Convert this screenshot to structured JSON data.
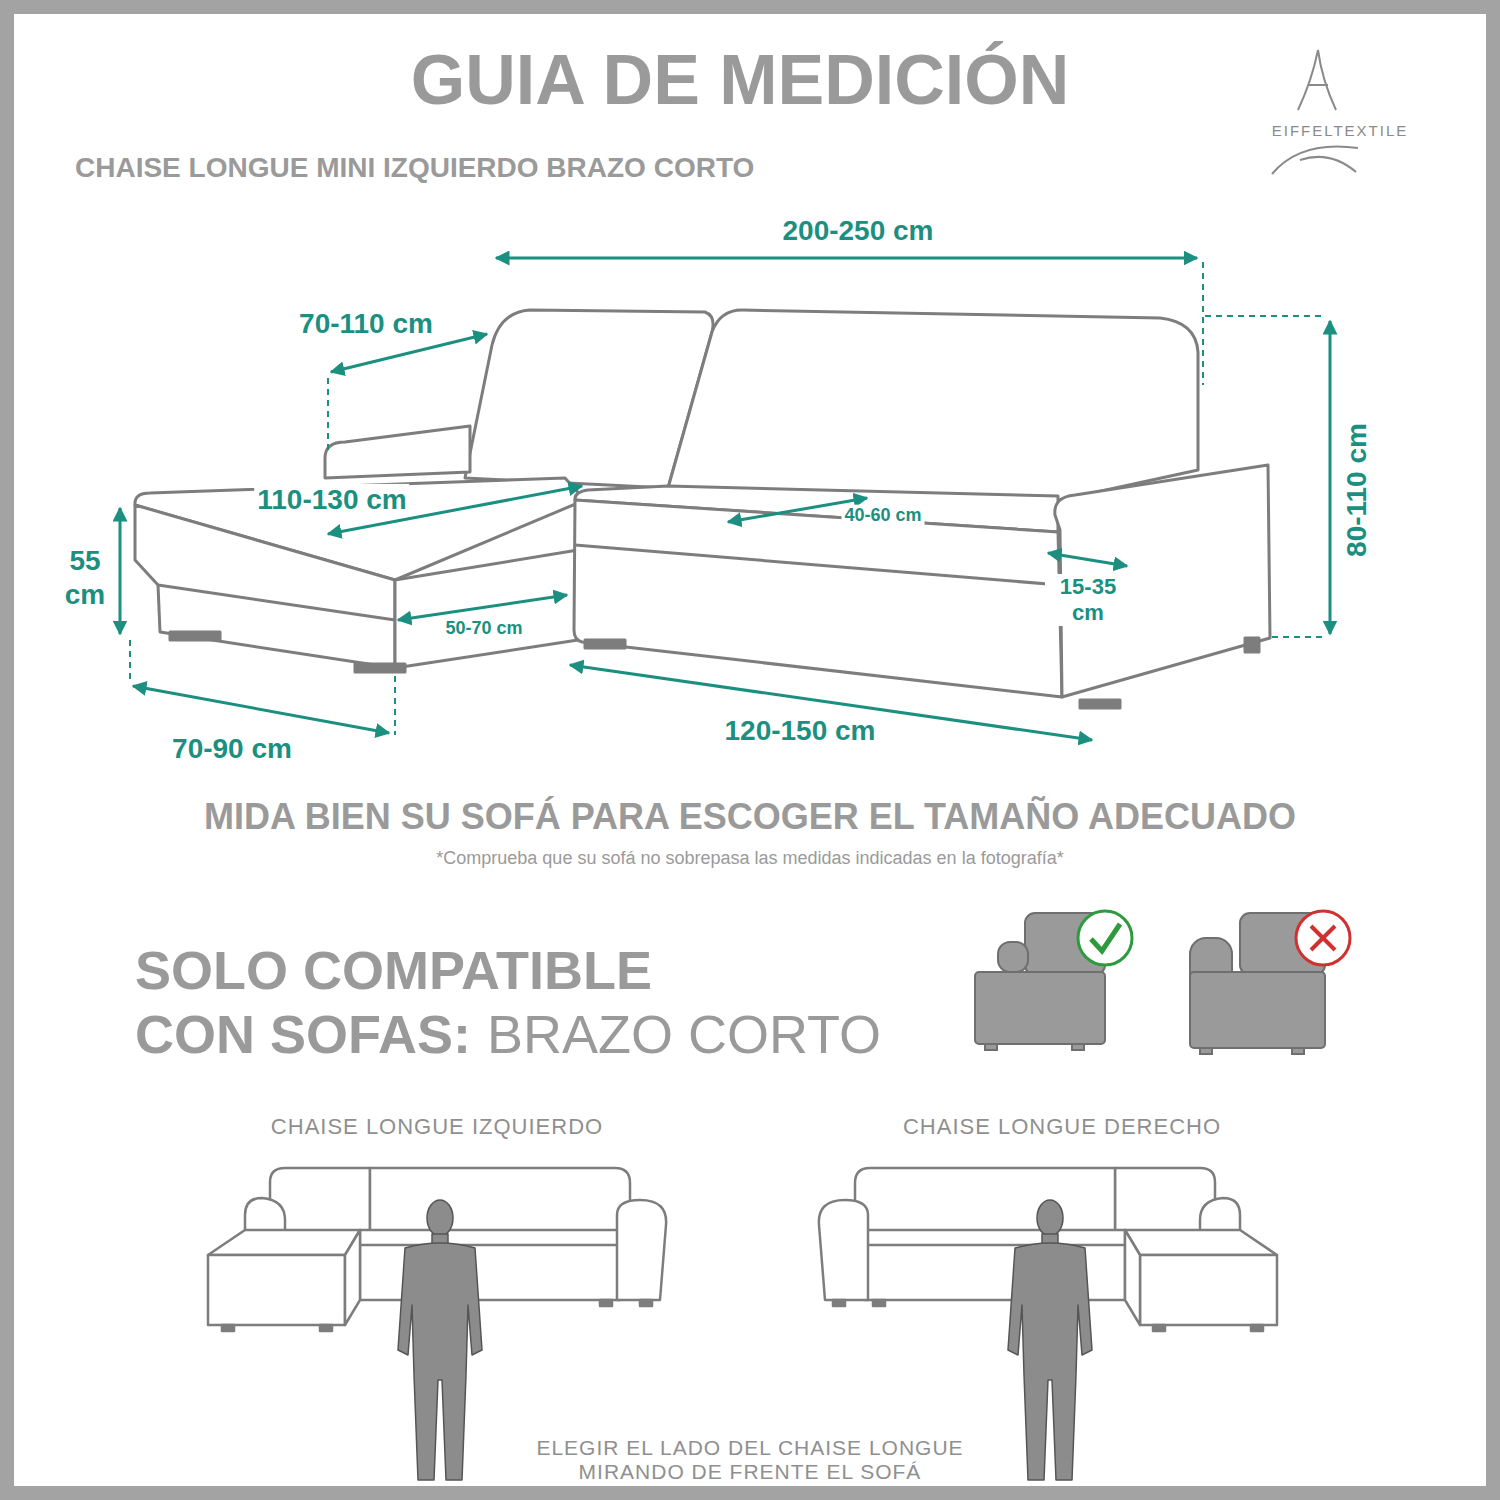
{
  "diagram": {
    "title": "GUIA DE MEDICIÓN",
    "labels": [
      "EIFFELTEXTILE",
      "CHAISE LONGUE MINI IZQUIERDO BRAZO CORTO",
      "200-250 cm",
      "70-110 cm",
      "110-130 cm",
      "40-60 cm",
      "55 cm",
      "15-35 cm",
      "80-110 cm",
      "50-70 cm",
      "70-90 cm",
      "120-150 cm",
      "MIDA BIEN SU SOFÁ PARA ESCOGER EL TAMAÑO ADECUADO",
      "*Comprueba que su sofá no sobrepasa las medidas indicadas en la fotografía*",
      "SOLO COMPATIBLE CON SOFAS:",
      "BRAZO CORTO",
      "CHAISE LONGUE IZQUIERDO",
      "CHAISE LONGUE DERECHO",
      "ELEGIR EL LADO DEL CHAISE LONGUE MIRANDO DE FRENTE EL SOFÁ"
    ]
  }
}
